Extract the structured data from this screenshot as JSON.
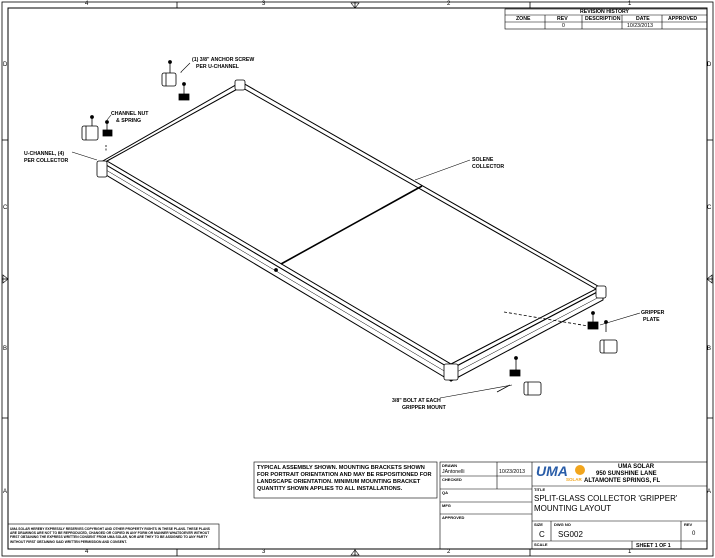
{
  "zones": {
    "top": [
      "4",
      "3",
      "2",
      "1"
    ],
    "bottom": [
      "4",
      "3",
      "2",
      "1"
    ],
    "left": [
      "D",
      "C",
      "B",
      "A"
    ],
    "right": [
      "D",
      "C",
      "B",
      "A"
    ]
  },
  "revision": {
    "title": "REVISION HISTORY",
    "headers": [
      "ZONE",
      "REV",
      "DESCRIPTION",
      "DATE",
      "APPROVED"
    ],
    "row": [
      "",
      "0",
      "",
      "10/23/2013",
      ""
    ]
  },
  "callouts": {
    "anchor_screw": [
      "(1) 3/8\" ANCHOR SCREW",
      "PER U-CHANNEL"
    ],
    "channel_nut": [
      "CHANNEL NUT",
      "& SPRING"
    ],
    "u_channel": [
      "U-CHANNEL, (4)",
      "PER COLLECTOR"
    ],
    "solene": [
      "SOLENE",
      "COLLECTOR"
    ],
    "gripper_plate": [
      "GRIPPER",
      "PLATE"
    ],
    "bolt": [
      "3/8\" BOLT AT EACH",
      "GRIPPER MOUNT"
    ]
  },
  "note": "TYPICAL ASSEMBLY SHOWN. MOUNTING BRACKETS SHOWN FOR PORTRAIT ORIENTATION AND MAY BE REPOSITIONED FOR LANDSCAPE ORIENTATION. MINIMUM MOUNTING BRACKET QUANTITY SHOWN APPLIES TO ALL INSTALLATIONS.",
  "disclaimer": "UMA SOLAR HEREBY EXPRESSLY RESERVES COPYRIGHT AND OTHER PROPERTY RIGHTS IN THESE PLANS. THESE PLANS ARE DRAWINGS ARE NOT TO BE REPRODUCED, CHANGED OR COPIED IN ANY FORM OR MANNER WHATSOEVER WITHOUT FIRST OBTAINING THE EXPRESS WRITTEN CONSENT FROM UMA SOLAR, NOR ARE THEY TO BE ASSIGNED TO ANY PARTY WITHOUT FIRST OBTAINING SAID WRITTEN PERMISSION AND CONSENT.",
  "titleblock": {
    "drawn_label": "DRAWN",
    "drawn_by": "JAntonelli",
    "drawn_date": "10/23/2013",
    "checked_label": "CHECKED",
    "qa_label": "QA",
    "mfg_label": "MFG",
    "approved_label": "APPROVED",
    "logo_main": "UMA",
    "logo_sub": "SOLAR",
    "company": "UMA SOLAR",
    "address1": "950 SUNSHINE LANE",
    "address2": "ALTAMONTE SPRINGS, FL",
    "title_label": "TITLE",
    "title_line1": "SPLIT-GLASS COLLECTOR 'GRIPPER'",
    "title_line2": "MOUNTING LAYOUT",
    "size_label": "SIZE",
    "size": "C",
    "dwg_label": "DWG NO",
    "dwg_no": "SG002",
    "rev_label": "REV",
    "rev": "0",
    "scale_label": "SCALE",
    "sheet": "SHEET 1  OF 1"
  }
}
